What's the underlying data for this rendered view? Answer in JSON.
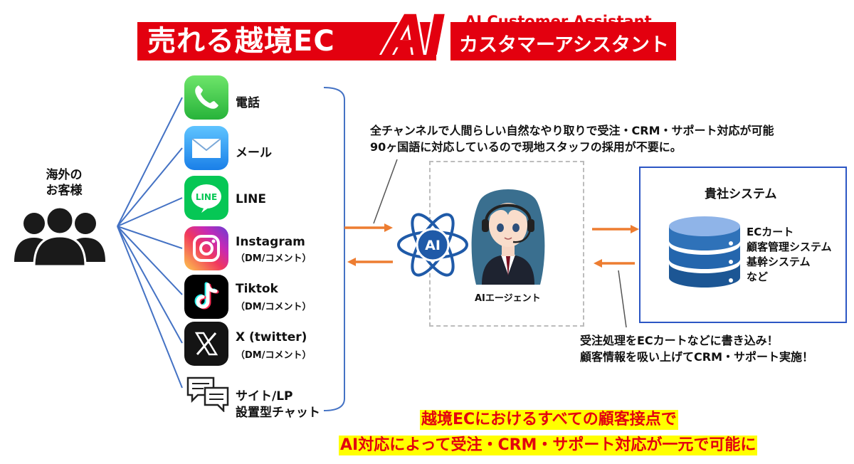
{
  "banner": {
    "title": "売れる越境EC",
    "ai": "AI",
    "subtitle_en": "AI Customer Assistant",
    "subtitle_jp": "カスタマーアシスタント"
  },
  "customer": {
    "label_line1": "海外の",
    "label_line2": "お客様",
    "icon": "people-group-icon"
  },
  "channels": [
    {
      "label": "電話",
      "sub": "",
      "icon": "phone-icon"
    },
    {
      "label": "メール",
      "sub": "",
      "icon": "mail-icon"
    },
    {
      "label": "LINE",
      "sub": "",
      "icon": "line-icon"
    },
    {
      "label": "Instagram",
      "sub": "（DM/コメント）",
      "icon": "instagram-icon"
    },
    {
      "label": "Tiktok",
      "sub": "（DM/コメント）",
      "icon": "tiktok-icon"
    },
    {
      "label": "X (twitter)",
      "sub": "（DM/コメント）",
      "icon": "x-icon"
    },
    {
      "label": "サイト/LP",
      "sub": "設置型チャット",
      "icon": "chat-icon"
    }
  ],
  "icon_text": {
    "line": "LINE",
    "ai_badge": "AI"
  },
  "top_note": {
    "line1": "全チャンネルで人間らしい自然なやり取りで受注・CRM・サポート対応が可能",
    "line2": "90ヶ国語に対応しているので現地スタッフの採用が不要に。"
  },
  "agent": {
    "label": "AIエージェント"
  },
  "system": {
    "title": "貴社システム",
    "items": [
      "ECカート",
      "顧客管理システム",
      "基幹システム",
      "など"
    ]
  },
  "bottom_note": {
    "line1": "受注処理をECカートなどに書き込み！",
    "line2": "顧客情報を吸い上げてCRM・サポート実施！"
  },
  "footer": {
    "line1": "越境ECにおけるすべての顧客接点で",
    "line2": "AI対応によって受注・CRM・サポート対応が一元で可能に"
  },
  "colors": {
    "brand_red": "#e3000f",
    "line_blue": "#4472c4",
    "arrow_orange": "#ed7d31",
    "system_border": "#2c56c4",
    "highlight_yellow": "#ffff00"
  }
}
